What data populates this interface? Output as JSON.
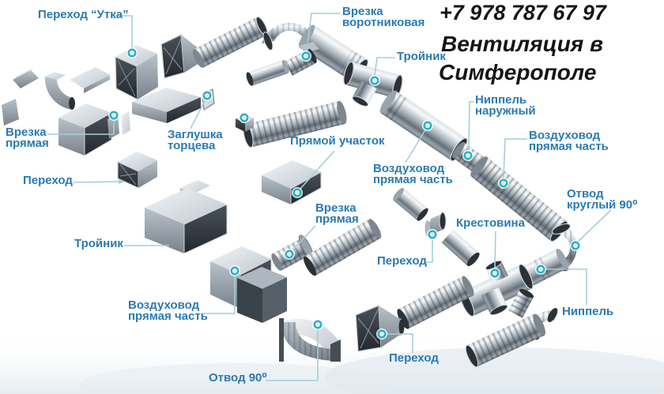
{
  "header": {
    "phone": "+7 978 787 67 97",
    "city_line1": "Вентиляция в",
    "city_line2": "Симферополе"
  },
  "labels": {
    "perekhod_utka": {
      "lines": [
        "Переход “Утка”"
      ]
    },
    "vrezka_vorotnikovaya": {
      "lines": [
        "Врезка",
        "воротниковая"
      ]
    },
    "troynik_top": {
      "lines": [
        "Тройник"
      ]
    },
    "nippel_naruzhnyy": {
      "lines": [
        "Ниппель",
        "наружный"
      ]
    },
    "vozdukhovod_right": {
      "lines": [
        "Воздуховод",
        "прямая часть"
      ]
    },
    "otvod_kruglyy_90": {
      "lines": [
        "Отвод",
        "круглый 90⁰"
      ]
    },
    "krestovina": {
      "lines": [
        "Крестовина"
      ]
    },
    "nippel": {
      "lines": [
        "Ниппель"
      ]
    },
    "perekhod_center": {
      "lines": [
        "Переход"
      ]
    },
    "perekhod_bottom": {
      "lines": [
        "Переход"
      ]
    },
    "vozdukhovod_center": {
      "lines": [
        "Воздуховод",
        "прямая часть"
      ]
    },
    "vrezka_pryamaya_center": {
      "lines": [
        "Врезка",
        "прямая"
      ]
    },
    "pryamoy_uchastok": {
      "lines": [
        "Прямой участок"
      ]
    },
    "zaglushka_tortseva": {
      "lines": [
        "Заглушка",
        "торцева"
      ]
    },
    "vrezka_pryamaya_left": {
      "lines": [
        "Врезка",
        "прямая"
      ]
    },
    "perekhod_left": {
      "lines": [
        "Переход"
      ]
    },
    "troynik_left": {
      "lines": [
        "Тройник"
      ]
    },
    "vozdukhovod_left": {
      "lines": [
        "Воздуховод",
        "прямая часть"
      ]
    },
    "otvod_90": {
      "lines": [
        "Отвод 90⁰"
      ]
    }
  },
  "colors": {
    "label_blue": "#2b7ab2",
    "leader_line": "#a6ced9",
    "dot_ring": "#2aaec6",
    "dot_fill": "#d8f1f5",
    "header_text": "#151515",
    "background": "#ffffff",
    "bottom_wash": "#dfe8ee"
  }
}
